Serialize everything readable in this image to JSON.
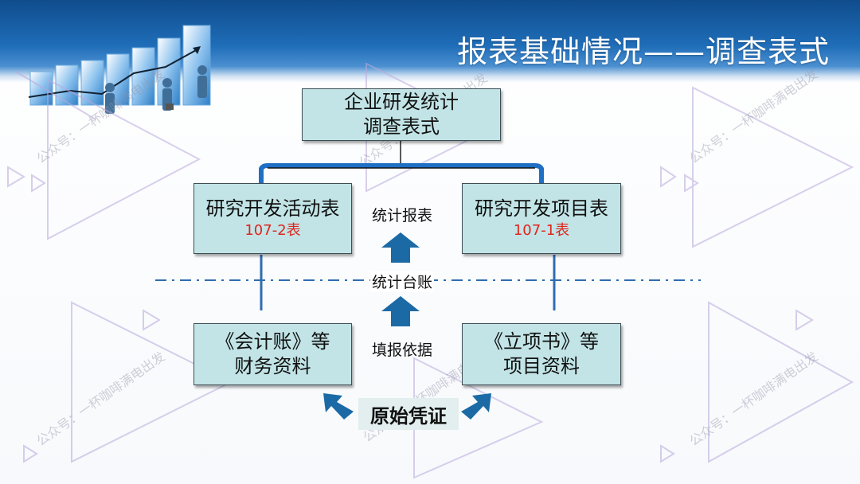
{
  "slide": {
    "title": "报表基础情况——调查表式",
    "watermark": "公众号：一杯咖啡满电出发"
  },
  "diagram": {
    "top_box": {
      "line1": "企业研发统计",
      "line2": "调查表式"
    },
    "left_form": {
      "title": "研究开发活动表",
      "code": "107-2表"
    },
    "right_form": {
      "title": "研究开发项目表",
      "code": "107-1表"
    },
    "left_source": {
      "line1": "《会计账》等",
      "line2": "财务资料"
    },
    "right_source": {
      "line1": "《立项书》等",
      "line2": "项目资料"
    },
    "labels": {
      "report": "统计报表",
      "ledger": "统计台账",
      "basis": "填报依据"
    },
    "origin": "原始凭证"
  },
  "colors": {
    "box_fill": "#c2e4e6",
    "bracket": "#1f6fc4",
    "arrow": "#1b6aa5",
    "code_red": "#e0241d"
  }
}
